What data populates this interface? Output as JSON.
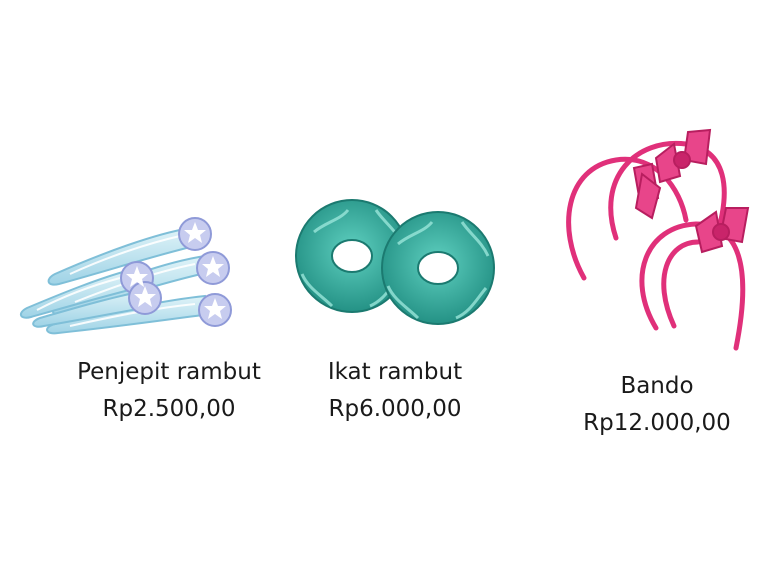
{
  "products": [
    {
      "name": "Penjepit rambut",
      "price": "Rp2.500,00",
      "icon": "hair-clip-icon",
      "color": "#a9dcea"
    },
    {
      "name": "Ikat rambut",
      "price": "Rp6.000,00",
      "icon": "scrunchie-icon",
      "color": "#2fa89a"
    },
    {
      "name": "Bando",
      "price": "Rp12.000,00",
      "icon": "headband-icon",
      "color": "#e0307a"
    }
  ]
}
